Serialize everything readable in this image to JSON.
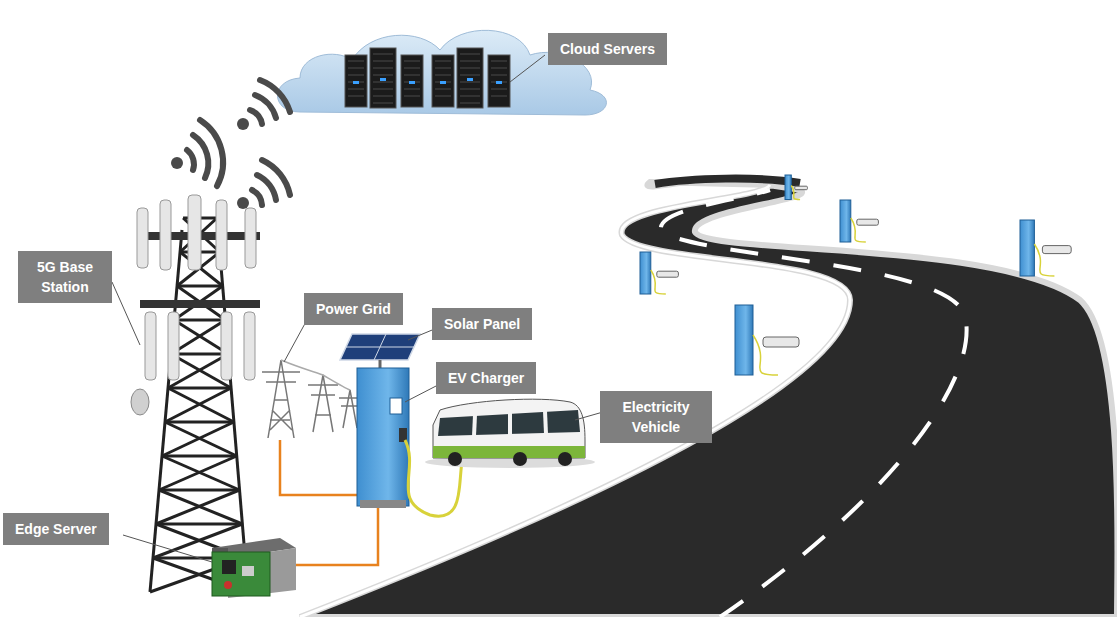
{
  "diagram": {
    "nodes": [
      {
        "text": [
          "Cloud Servers"
        ]
      },
      {
        "text": [
          "5G Base Station"
        ]
      },
      {
        "text": [
          "Power Grid"
        ]
      },
      {
        "text": [
          "Solar Panel"
        ]
      },
      {
        "text": [
          "EV Charger"
        ]
      },
      {
        "text": [
          "Electricity Vehicle"
        ]
      },
      {
        "text": [
          "Edge Server"
        ]
      }
    ]
  }
}
